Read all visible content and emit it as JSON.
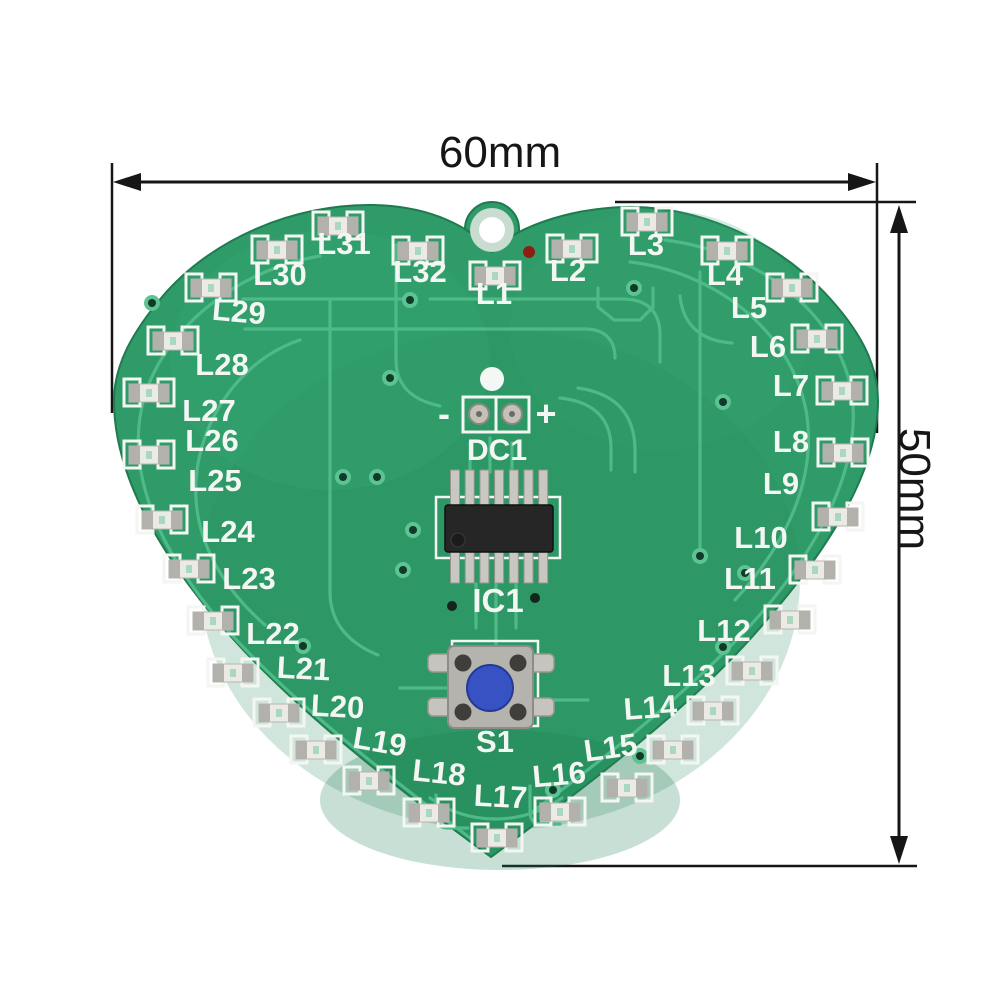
{
  "dimension_annotations": {
    "width": "60mm",
    "height": "50mm"
  },
  "pcb": {
    "led_labels": [
      "L1",
      "L2",
      "L3",
      "L4",
      "L5",
      "L6",
      "L7",
      "L8",
      "L9",
      "L10",
      "L11",
      "L12",
      "L13",
      "L14",
      "L15",
      "L16",
      "L17",
      "L18",
      "L19",
      "L20",
      "L21",
      "L22",
      "L23",
      "L24",
      "L25",
      "L26",
      "L27",
      "L28",
      "L29",
      "L30",
      "L31",
      "L32"
    ],
    "power_connector": {
      "label": "DC1",
      "negative_mark": "-",
      "positive_mark": "+"
    },
    "ic_label": "IC1",
    "button_label": "S1"
  },
  "colors": {
    "board_green": "#2f9b68",
    "trace_green": "#4eba88",
    "silkscreen_white": "#f3f6f2",
    "button_blue": "#3752c2",
    "annotation_black": "#161616"
  }
}
